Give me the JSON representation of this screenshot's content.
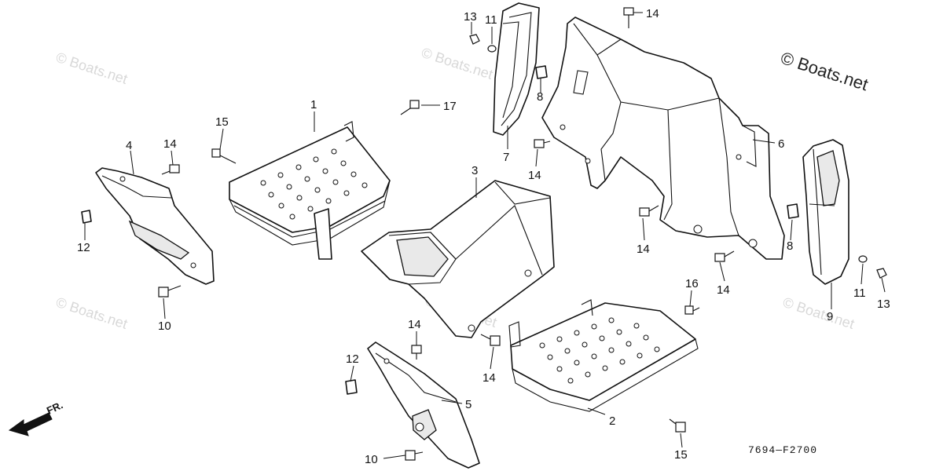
{
  "watermarks": {
    "brand": "© Boats.net",
    "faint": [
      "© Boats.net",
      "© Boats.net",
      "© Boats.net",
      "© Boats.net",
      "© Boats.net",
      "© Boats.net"
    ]
  },
  "diagram_code": "7694—F2700",
  "direction_label": "FR.",
  "callouts": {
    "c1": "1",
    "c2": "2",
    "c3": "3",
    "c4": "4",
    "c5": "5",
    "c6": "6",
    "c7": "7",
    "c8a": "8",
    "c8b": "8",
    "c9": "9",
    "c10a": "10",
    "c10b": "10",
    "c11a": "11",
    "c11b": "11",
    "c12a": "12",
    "c12b": "12",
    "c13a": "13",
    "c13b": "13",
    "c14a": "14",
    "c14b": "14",
    "c14c": "14",
    "c14d": "14",
    "c14e": "14",
    "c14f": "14",
    "c14g": "14",
    "c15a": "15",
    "c15b": "15",
    "c16": "16",
    "c17": "17"
  },
  "colors": {
    "line": "#111111",
    "watermark": "#d8d8d8",
    "background": "#ffffff"
  }
}
